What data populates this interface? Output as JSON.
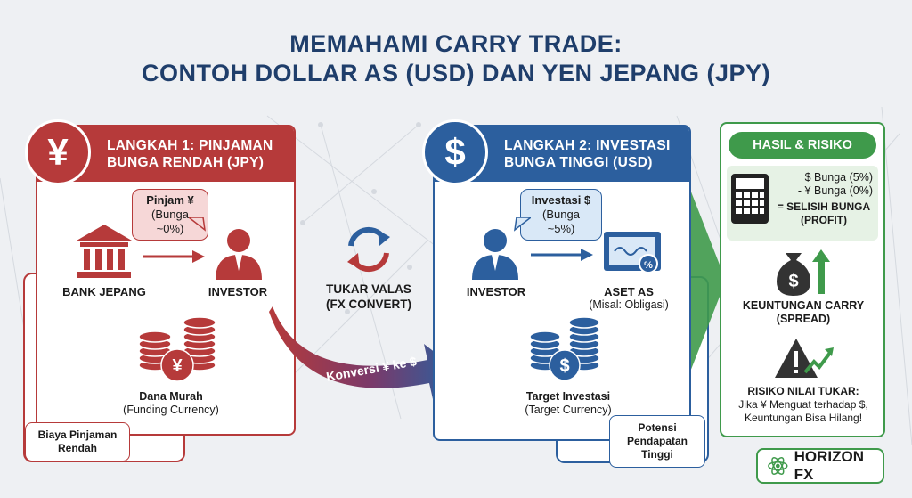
{
  "title": {
    "line1": "MEMAHAMI CARRY TRADE:",
    "line2": "CONTOH DOLLAR AS (USD) DAN YEN JEPANG (JPY)"
  },
  "step1": {
    "symbol": "¥",
    "heading_line1": "LANGKAH 1: PINJAMAN",
    "heading_line2": "BUNGA RENDAH (JPY)",
    "bubble_line1": "Pinjam ¥",
    "bubble_line2": "(Bunga ~0%)",
    "bank_label": "BANK JEPANG",
    "investor_label": "INVESTOR",
    "funds_label": "Dana Murah",
    "funds_sub": "(Funding Currency)",
    "note_line1": "Biaya Pinjaman",
    "note_line2": "Rendah"
  },
  "exchange": {
    "label_line1": "TUKAR VALAS",
    "label_line2": "(FX CONVERT)",
    "arrow_text": "Konversi ¥ ke $"
  },
  "step2": {
    "symbol": "$",
    "heading_line1": "LANGKAH 2: INVESTASI",
    "heading_line2": "BUNGA TINGGI (USD)",
    "bubble_line1": "Investasi $",
    "bubble_line2": "(Bunga ~5%)",
    "investor_label": "INVESTOR",
    "asset_label": "ASET AS",
    "asset_sub": "(Misal: Obligasi)",
    "target_label": "Target Investasi",
    "target_sub": "(Target Currency)",
    "note_line1": "Potensi",
    "note_line2": "Pendapatan",
    "note_line3": "Tinggi"
  },
  "results": {
    "heading": "HASIL & RISIKO",
    "calc_line1": "$ Bunga (5%)",
    "calc_line2": "- ¥ Bunga (0%)",
    "calc_line3": "= SELISIH BUNGA",
    "calc_line4": "(PROFIT)",
    "carry_line1": "KEUNTUNGAN CARRY",
    "carry_line2": "(SPREAD)",
    "risk_line1": "RISIKO NILAI TUKAR:",
    "risk_line2": "Jika ¥ Menguat terhadap $,",
    "risk_line3": "Keuntungan Bisa Hilang!"
  },
  "logo": {
    "text": "HORIZON FX"
  },
  "colors": {
    "red": "#b63a3a",
    "blue": "#2c5f9e",
    "green": "#3f9a4b",
    "navy": "#1f3e6b"
  }
}
